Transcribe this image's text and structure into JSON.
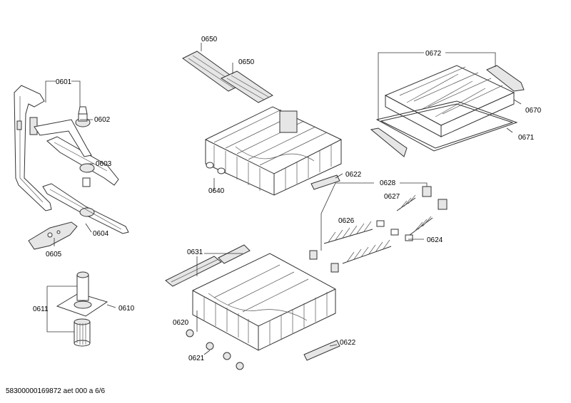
{
  "labels": {
    "p0601": "0601",
    "p0602": "0602",
    "p0603": "0603",
    "p0604": "0604",
    "p0605": "0605",
    "p0610": "0610",
    "p0611": "0611",
    "p0620": "0620",
    "p0621": "0621",
    "p0622_upper": "0622",
    "p0622_lower": "0622",
    "p0624": "0624",
    "p0626": "0626",
    "p0627": "0627",
    "p0628": "0628",
    "p0631": "0631",
    "p0640": "0640",
    "p0650_a": "0650",
    "p0650_b": "0650",
    "p0670": "0670",
    "p0671": "0671",
    "p0672": "0672"
  },
  "footer": "58300000169872 aet 000 a 6/6"
}
